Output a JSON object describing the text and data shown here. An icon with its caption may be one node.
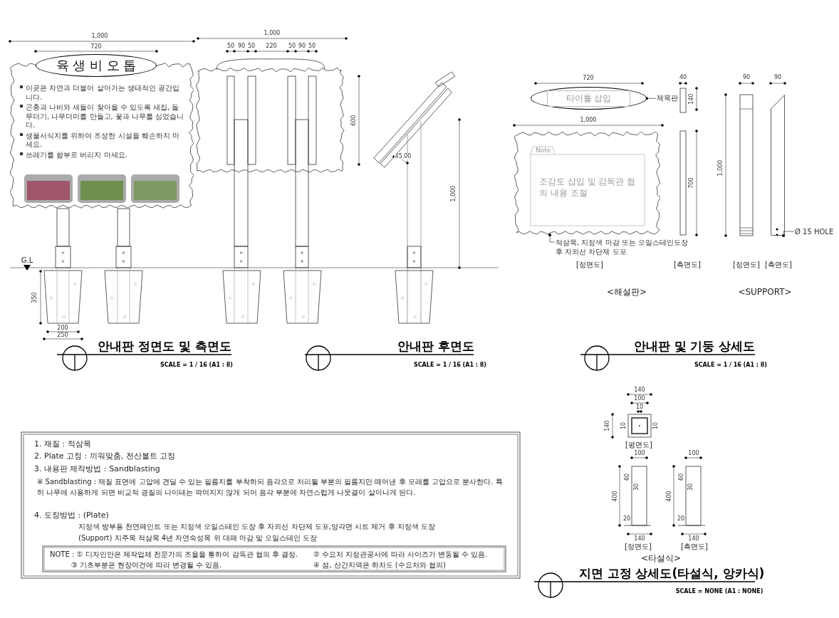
{
  "diagram": {
    "nodes": [
      {
        "text": [
          "이곳은 자연과 더불어 살아가는 생태적인 공간입니다.",
          "곤충과 나비와 새들이 찾아올 수 있도록 새집, 돌무더기, 나무더미를 만들고, 꽃과 나무를 심었습니다.",
          "생물서식지를 위하여 조성한 시설을 훼손하지 마세요.",
          "쓰레기를 함부로 버리지 마세요."
        ]
      },
      {
        "text": [
          "육 생 비 오 톱"
        ]
      },
      {
        "text": [],
        "shape": "picture",
        "in": 0
      },
      {
        "text": [],
        "shape": "picture",
        "in": 0
      },
      {
        "text": [],
        "shape": "picture",
        "in": 0
      },
      {
        "text": [
          "타이틀 삽입"
        ]
      },
      {
        "text": [
          "제목판"
        ]
      },
      {
        "text": [
          "Note",
          "조감도 삽입 및 감독관 협의 내용 조절"
        ]
      },
      {
        "text": [
          "적삼목, 지정색 마감 또는 오일스테인도장 후 자외선 차단제 도포"
        ]
      },
      {
        "text": [],
        "shape": "bar"
      },
      {
        "text": [
          "Ø 15 HOLE"
        ]
      }
    ],
    "edges": [
      {
        "from": 6,
        "to": 5,
        "arrow": "other"
      },
      {
        "from": 8,
        "to": 7,
        "arrow": "other"
      },
      {
        "from": 10,
        "to": 9,
        "arrow": "other"
      }
    ],
    "labels": [
      "1,000",
      "720",
      "G.L",
      "350",
      "200",
      "250",
      "안내판 정면도 및 측면도",
      "SCALE = 1 / 16 (A1 : 8)",
      "1,000",
      "50",
      "90",
      "50",
      "220",
      "50",
      "90",
      "50",
      "600",
      "45.00",
      "1,000",
      "안내판 후면도",
      "SCALE = 1 / 16 (A1 : 8)",
      "720",
      "40",
      "90",
      "90",
      "140",
      "1,000",
      "1,000",
      "700",
      "[정면도]",
      "[측면도]",
      "[정면도]",
      "[측면도]",
      "<해설판>",
      "<SUPPORT>",
      "안내판 및 기둥 상세도",
      "SCALE = 1 / 16 (A1 : 8)",
      "1. 재질 : 적삼목",
      "2. Plate 고정 : 끼워맞춤, 전산볼트 고정",
      "3. 내용판 제작방법 : Sandblasting",
      "※ Sandblasting : 재질 표면에 고압에 견딜 수 있는 필름지를 부착하되 음각으로 처리될 부분의 필름지만 떼어낸 후 모래를 고압으로 분사한다. 특히 나무에 사용하게 되면 비교적 경질의 나이테는 깍여지지 않게 되어 음각 부분에 자연스럽게 나뭇결이 살아나게 된다.",
      "4. 도장방법 : (Plate)",
      "지정색 방부용 천연페인트 또는 지정색 오일스테인 도장 후 자외선 차단제 도포,양각면 시트 제거 후 지정색 도장",
      "(Support) 지주목 적삼목 4년 자연숙성목 위 대패 마감 및 오일스테인 도장",
      "NOTE : ① 디자인안은 제작업체 전문가의 조율을 통하여 감독관 협의 후 결정.",
      "② 수요처 지정관공서에 따라 사이즈가 변동될 수 있음.",
      "③ 기초부분은 현장여건에 따라 변경될 수 있음.",
      "④ 섬, 산간지역은 하차도 (수요처와 협의)",
      "140",
      "100",
      "10",
      "140",
      "10",
      "10",
      "[평면도]",
      "100",
      "60",
      "30",
      "400",
      "20",
      "140",
      "[정면도]",
      "100",
      "60",
      "30",
      "400",
      "20",
      "140",
      "[측면도]",
      "<타설식>",
      "지면 고정 상세도(타설식, 앙카식)",
      "SCALE = NONE (A1 : NONE)"
    ]
  }
}
